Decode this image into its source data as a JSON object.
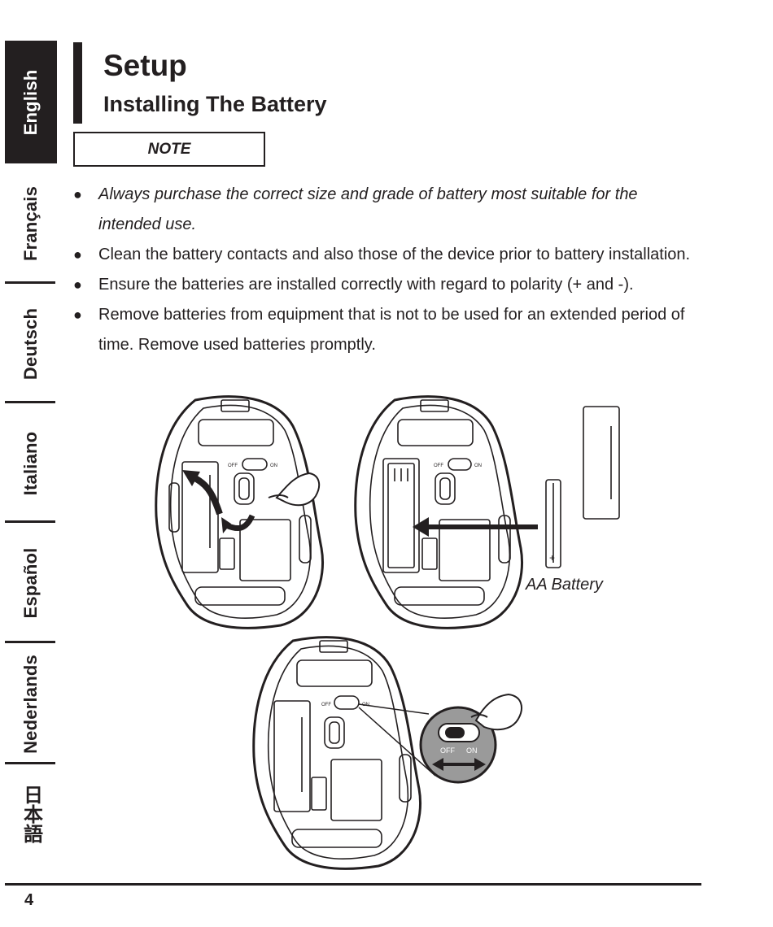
{
  "languages": [
    {
      "label": "English",
      "active": true
    },
    {
      "label": "Français",
      "active": false
    },
    {
      "label": "Deutsch",
      "active": false
    },
    {
      "label": "Italiano",
      "active": false
    },
    {
      "label": "Español",
      "active": false
    },
    {
      "label": "Nederlands",
      "active": false
    },
    {
      "label": "日本語",
      "active": false
    }
  ],
  "header": {
    "title": "Setup",
    "subtitle": "Installing The Battery"
  },
  "note": {
    "label": "NOTE",
    "items": [
      "Always purchase the correct size and grade of battery most suitable for the intended use.",
      "Clean the battery contacts and also those of the device prior to battery installation.",
      "Ensure the batteries are installed correctly with regard to polarity (+ and -).",
      "Remove batteries from equipment that is not to be used for an extended period of time. Remove used batteries promptly."
    ]
  },
  "figure": {
    "battery_label": "AA Battery",
    "switch_off": "OFF",
    "switch_on": "ON",
    "battery_plus": "+"
  },
  "footer": {
    "page_number": "4"
  }
}
